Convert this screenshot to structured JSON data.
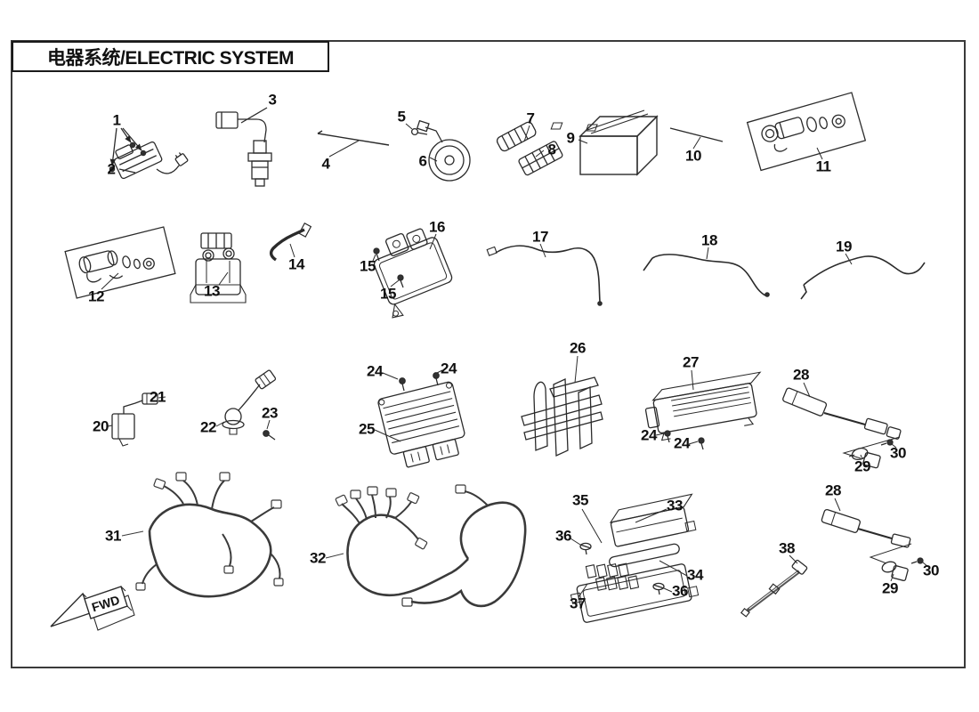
{
  "page": {
    "title": "电器系统/ELECTRIC SYSTEM",
    "fwd_label": "FWD"
  },
  "callouts": [
    {
      "num": "1"
    },
    {
      "num": "2"
    },
    {
      "num": "3"
    },
    {
      "num": "4"
    },
    {
      "num": "5"
    },
    {
      "num": "6"
    },
    {
      "num": "7"
    },
    {
      "num": "8"
    },
    {
      "num": "9"
    },
    {
      "num": "10"
    },
    {
      "num": "11"
    },
    {
      "num": "12"
    },
    {
      "num": "13"
    },
    {
      "num": "14"
    },
    {
      "num": "15"
    },
    {
      "num": "15"
    },
    {
      "num": "16"
    },
    {
      "num": "17"
    },
    {
      "num": "18"
    },
    {
      "num": "19"
    },
    {
      "num": "20"
    },
    {
      "num": "21"
    },
    {
      "num": "22"
    },
    {
      "num": "23"
    },
    {
      "num": "24"
    },
    {
      "num": "24"
    },
    {
      "num": "25"
    },
    {
      "num": "26"
    },
    {
      "num": "27"
    },
    {
      "num": "24"
    },
    {
      "num": "24"
    },
    {
      "num": "28"
    },
    {
      "num": "29"
    },
    {
      "num": "30"
    },
    {
      "num": "31"
    },
    {
      "num": "32"
    },
    {
      "num": "35"
    },
    {
      "num": "33"
    },
    {
      "num": "36"
    },
    {
      "num": "34"
    },
    {
      "num": "36"
    },
    {
      "num": "37"
    },
    {
      "num": "38"
    },
    {
      "num": "28"
    },
    {
      "num": "30"
    },
    {
      "num": "29"
    }
  ]
}
